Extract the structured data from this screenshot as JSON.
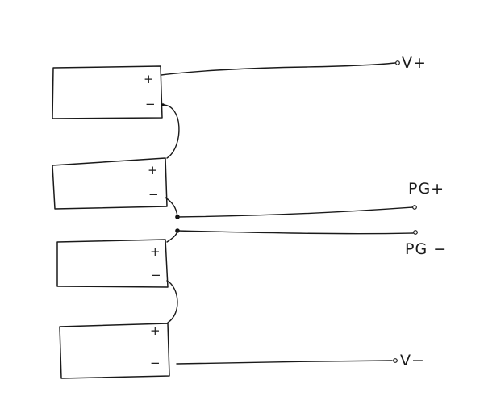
{
  "terminals": {
    "v_plus": "V+",
    "v_minus": "V−",
    "pg_plus": "PG+",
    "pg_minus": "PG −"
  },
  "cells": [
    {
      "pos": "+",
      "neg": "−"
    },
    {
      "pos": "+",
      "neg": "−"
    },
    {
      "pos": "+",
      "neg": "−"
    },
    {
      "pos": "+",
      "neg": "−"
    }
  ]
}
